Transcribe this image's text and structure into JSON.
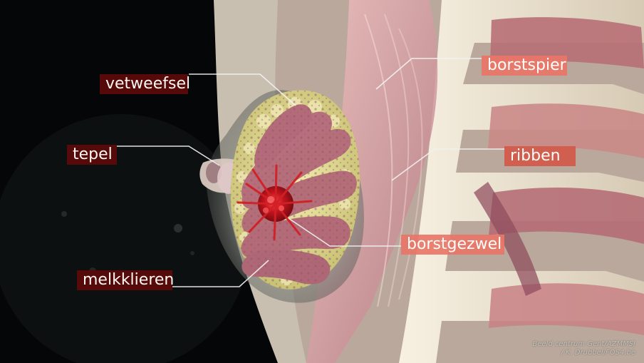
{
  "labels": {
    "vetweefsel": "vetweefsel",
    "borstspier": "borstspier",
    "tepel": "tepel",
    "ribben": "ribben",
    "borstgezwel": "borstgezwel",
    "melkklieren": "melkklieren"
  },
  "credit": {
    "line1": "Beeld centrum Gent/AZMMSJ",
    "line2": "/ K. Drubbel/FOS4.be"
  },
  "colors": {
    "background": "#050608",
    "label_dark": "#5c0a0a",
    "label_light": "#e87668",
    "leader_line": "#f2f2f2",
    "skin": "#c7c4b8",
    "fat": "#d8d58a",
    "glands": "#b06c78",
    "tumor": "#b3131b",
    "muscle": "#d49a9d",
    "bone": "#efe6d2"
  }
}
